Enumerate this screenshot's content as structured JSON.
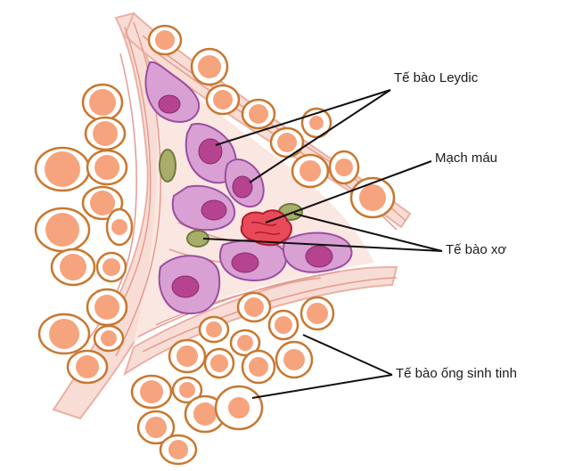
{
  "labels": {
    "leydig": "Tế bào Leydic",
    "blood_vessel": "Mạch máu",
    "fibroblast": "Tế bào xơ",
    "seminiferous": "Tế bào ống sinh tinh"
  },
  "colors": {
    "germ_fill": "#f6a47e",
    "germ_border": "#c9772f",
    "germ_cell_fill": "#ffffff",
    "leydig_fill": "#d9a0d4",
    "leydig_border": "#9b4ea0",
    "leydig_nucleus": "#b5438f",
    "fibro_fill": "#a8ad6a",
    "fibro_border": "#6f7a3a",
    "vessel_fill": "#e84a5a",
    "vessel_border": "#b01c2e",
    "stroma": "#f4c9c0",
    "stroma_line": "#e7a59a",
    "pointer": "#111111"
  }
}
